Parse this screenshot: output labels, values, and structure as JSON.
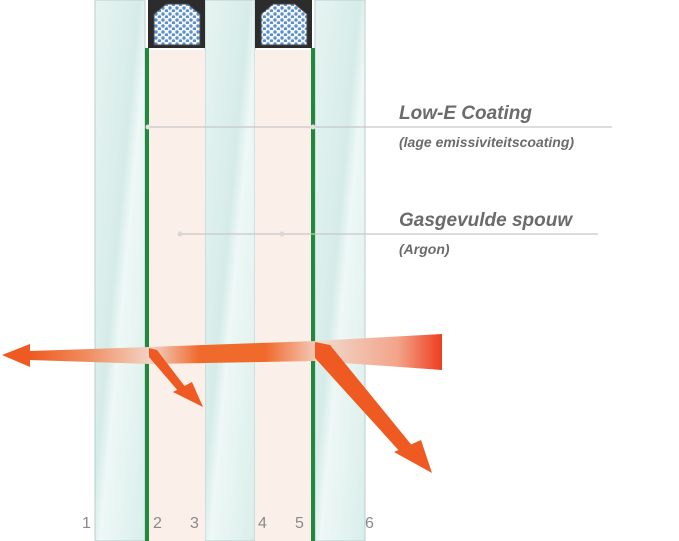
{
  "labels": {
    "coating_title": "Low-E Coating",
    "coating_subtitle": "(lage emissiviteitscoating)",
    "cavity_title": "Gasgevulde spouw",
    "cavity_subtitle": "(Argon)"
  },
  "surface_numbers": [
    "1",
    "2",
    "3",
    "4",
    "5",
    "6"
  ],
  "colors": {
    "glass": "#dff1ee",
    "glass_edge": "#b9cfcc",
    "cavity": "#fbefe9",
    "coating": "#1f8a3c",
    "spacer": "#2c2c2c",
    "heat_arrow": "#ee5a22",
    "leader_line": "#c8c8c8",
    "text": "#6b6b6b"
  },
  "icons": {
    "spacer_desiccant": "spacer-desiccant-icon",
    "heat_arrow": "heat-arrow-icon"
  }
}
